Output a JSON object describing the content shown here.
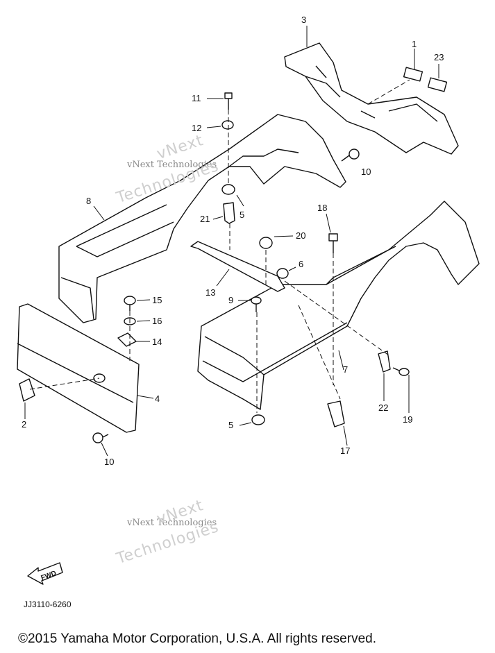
{
  "diagram": {
    "callouts": [
      {
        "id": "c3",
        "text": "3"
      },
      {
        "id": "c1",
        "text": "1"
      },
      {
        "id": "c23",
        "text": "23"
      },
      {
        "id": "c11",
        "text": "11"
      },
      {
        "id": "c12",
        "text": "12"
      },
      {
        "id": "c10a",
        "text": "10"
      },
      {
        "id": "c8",
        "text": "8"
      },
      {
        "id": "c5a",
        "text": "5"
      },
      {
        "id": "c18",
        "text": "18"
      },
      {
        "id": "c21",
        "text": "21"
      },
      {
        "id": "c20",
        "text": "20"
      },
      {
        "id": "c6",
        "text": "6"
      },
      {
        "id": "c13",
        "text": "13"
      },
      {
        "id": "c9",
        "text": "9"
      },
      {
        "id": "c15",
        "text": "15"
      },
      {
        "id": "c16",
        "text": "16"
      },
      {
        "id": "c14",
        "text": "14"
      },
      {
        "id": "c7",
        "text": "7"
      },
      {
        "id": "c4",
        "text": "4"
      },
      {
        "id": "c2",
        "text": "2"
      },
      {
        "id": "c22",
        "text": "22"
      },
      {
        "id": "c19",
        "text": "19"
      },
      {
        "id": "c5b",
        "text": "5"
      },
      {
        "id": "c17",
        "text": "17"
      },
      {
        "id": "c10b",
        "text": "10"
      }
    ],
    "fwd_label": "FWD",
    "figure_code": "JJ3110-6260"
  },
  "watermarks": {
    "line1": "vNext Technologies",
    "line2": "vNext",
    "line3": "Technologies"
  },
  "footer": {
    "copyright": "©2015 Yamaha Motor Corporation, U.S.A. All rights reserved."
  }
}
